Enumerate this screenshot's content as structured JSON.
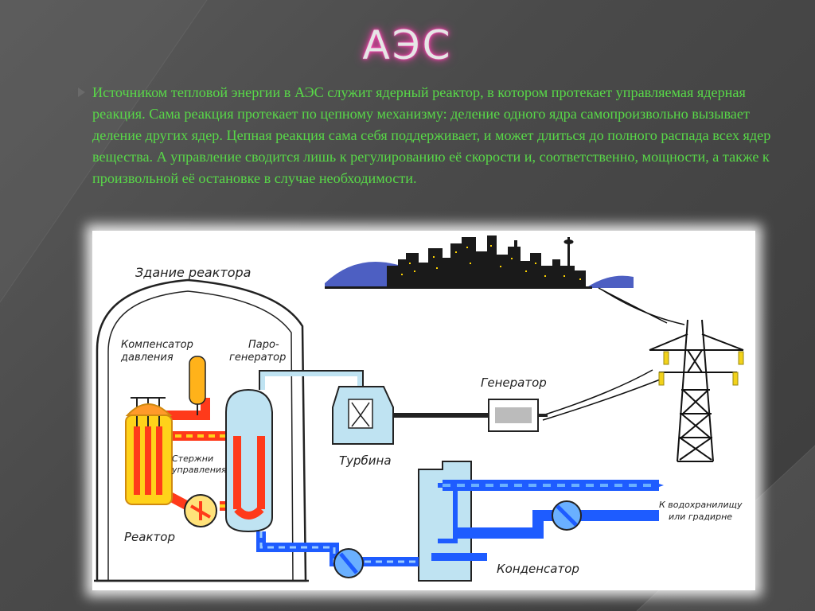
{
  "slide": {
    "title": "АЭС",
    "paragraph": "Источником тепловой энергии в АЭС служит ядерный реактор, в котором протекает управляемая ядерная реакция. Сама реакция протекает по цепному механизму: деление одного ядра самопроизвольно вызывает деление других ядер. Цепная реакция сама себя поддерживает, и может длиться до полного распада всех ядер вещества. А управление сводится лишь к регулированию её скорости и, соответственно, мощности, а также к произвольной её остановке в случае необходимости."
  },
  "diagram": {
    "labels": {
      "reactor_building": "Здание реактора",
      "compensator_1": "Компенсатор",
      "compensator_2": "давления",
      "steam_gen_1": "Паро-",
      "steam_gen_2": "генератор",
      "control_rods_1": "Стержни",
      "control_rods_2": "управления",
      "reactor": "Реактор",
      "turbine": "Турбина",
      "generator": "Генератор",
      "condenser": "Конденсатор",
      "outflow_1": "К водохранилищу",
      "outflow_2": "или градирне"
    }
  },
  "colors": {
    "background": "#4a4a4a",
    "title_glow": "#ff3fb0",
    "text": "#58d848",
    "water": "#1e5cff",
    "hot_loop": "#ff3a1a",
    "hot_fill": "#ffd21a",
    "steam": "#bfe3f2"
  }
}
